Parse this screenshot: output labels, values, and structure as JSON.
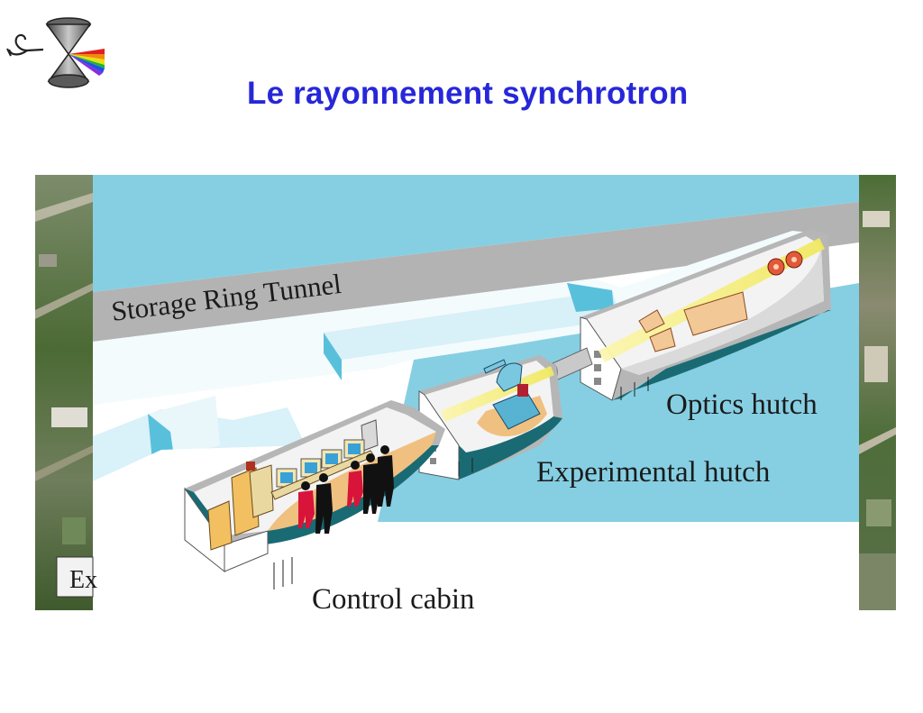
{
  "slide": {
    "title": "Le rayonnement synchrotron"
  },
  "diagram": {
    "labels": {
      "storage_ring_tunnel": "Storage Ring Tunnel",
      "optics_hutch": "Optics hutch",
      "experimental_hutch": "Experimental hutch",
      "control_cabin": "Control cabin",
      "partial_caption": "Ex"
    }
  },
  "colors": {
    "title": "#2727d9",
    "sky_blue": "#7fcbe0",
    "tunnel_gray": "#b0b0b0",
    "hutch_teal": "#1a6a73",
    "beam_yellow": "#f4f07a",
    "floor_orange": "#f0c080",
    "aerial_green": "#4f6e3a"
  },
  "icons": {
    "logo": "light-cone-prism-logo"
  }
}
